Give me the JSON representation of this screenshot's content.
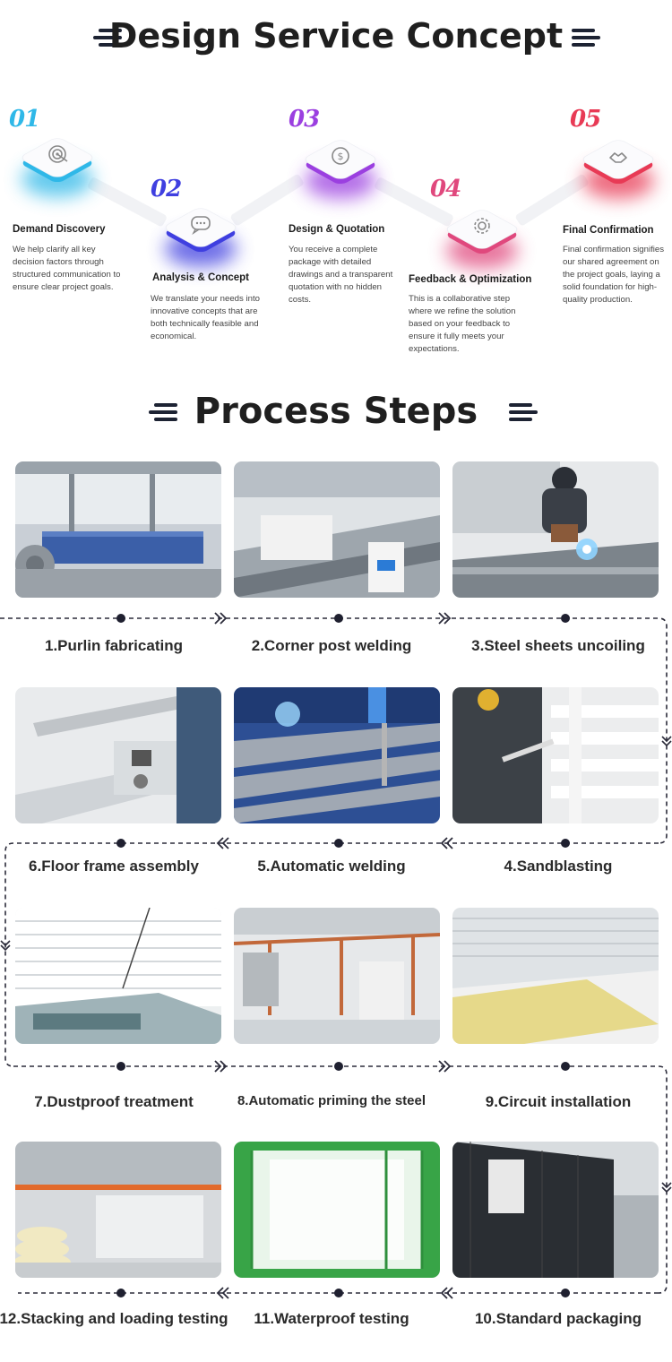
{
  "design": {
    "title": "Design Service Concept",
    "stages": [
      {
        "num": "01",
        "title": "Demand Discovery",
        "desc": "We help clarify all key decision factors through structured communication to ensure clear project goals.",
        "icon": "target-icon",
        "color": "#2fb8e8"
      },
      {
        "num": "02",
        "title": "Analysis & Concept",
        "desc": "We translate your needs into innovative concepts that are both technically feasible and economical.",
        "icon": "chat-bubble-icon",
        "color": "#3f3fe0"
      },
      {
        "num": "03",
        "title": "Design & Quotation",
        "desc": "You receive a complete package with detailed drawings and a transparent quotation with no hidden costs.",
        "icon": "dollar-coin-icon",
        "color": "#9b3fe0"
      },
      {
        "num": "04",
        "title": "Feedback & Optimization",
        "desc": "This is a collaborative step where we refine the solution based on your feedback to ensure it fully meets your expectations.",
        "icon": "gear-icon",
        "color": "#e0487d"
      },
      {
        "num": "05",
        "title": "Final Confirmation",
        "desc": "Final confirmation signifies our shared agreement on the project goals, laying a solid foundation for high-quality production.",
        "icon": "handshake-icon",
        "color": "#e83a55"
      }
    ]
  },
  "process": {
    "title": "Process Steps",
    "steps": [
      {
        "label": "1.Purlin fabricating",
        "photo": "purlin-machine-photo"
      },
      {
        "label": "2.Corner post welding",
        "photo": "corner-post-line-photo"
      },
      {
        "label": "3.Steel sheets uncoiling",
        "photo": "welder-photo"
      },
      {
        "label": "4.Sandblasting",
        "photo": "sandblasting-photo"
      },
      {
        "label": "5.Automatic welding",
        "photo": "robot-welding-photo"
      },
      {
        "label": "6.Floor frame assembly",
        "photo": "floor-frame-photo"
      },
      {
        "label": "7.Dustproof treatment",
        "photo": "dustproof-photo"
      },
      {
        "label": "8.Automatic priming the steel",
        "photo": "priming-line-photo"
      },
      {
        "label": "9.Circuit installation",
        "photo": "insulation-photo"
      },
      {
        "label": "10.Standard packaging",
        "photo": "packaging-photo"
      },
      {
        "label": "11.Waterproof testing",
        "photo": "waterproof-test-photo"
      },
      {
        "label": "12.Stacking and loading testing",
        "photo": "warehouse-photo"
      }
    ]
  }
}
